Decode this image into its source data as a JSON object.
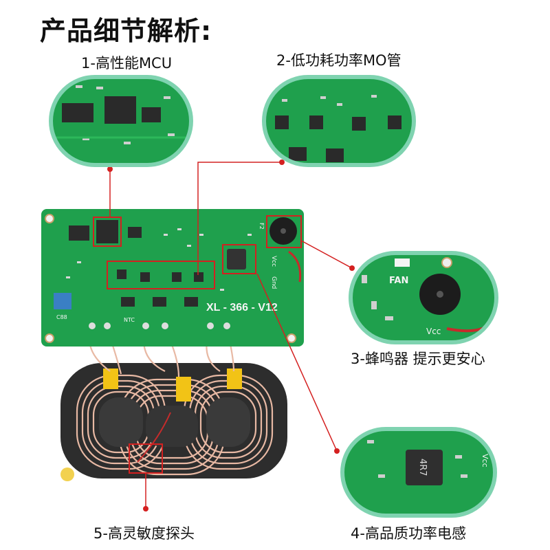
{
  "title": "产品细节解析:",
  "labels": {
    "mcu": "1-高性能MCU",
    "mos": "2-低功耗功率MO管",
    "buzzer": "3-蜂鸣器 提示更安心",
    "inductor": "4-高品质功率电感",
    "probe": "5-高灵敏度探头"
  },
  "board": {
    "model": "XL - 366 - V12",
    "silkscreen": {
      "c88": "C88",
      "ntc": "NTC",
      "vcc": "Vcc",
      "gnd": "Gnd",
      "f2": "F2",
      "fan": "FAN",
      "inductor_mark": "4R7"
    }
  },
  "colors": {
    "pcb": "#1fa04d",
    "pcb_dark": "#15803a",
    "frame": "#7fd3b0",
    "pointer": "#d42020",
    "coil": "#e8b9a4",
    "tape": "#f2c316"
  }
}
